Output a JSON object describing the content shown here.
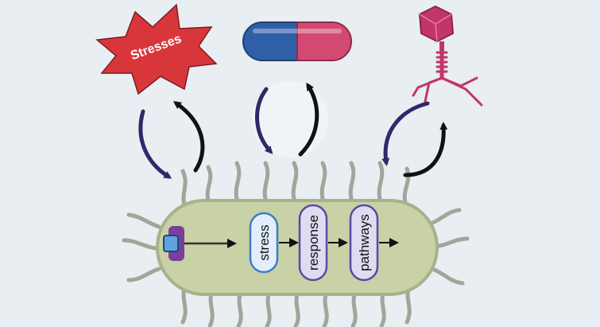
{
  "stress_star": {
    "label": "Stresses",
    "color": "#d9363b"
  },
  "pathway_boxes": [
    {
      "label": "stress"
    },
    {
      "label": "response"
    },
    {
      "label": "pathways"
    }
  ],
  "colors": {
    "background": "#e8eef1",
    "cell_body": "#c9d1a6",
    "cell_outline": "#a9b18a",
    "flagella": "#9fa69a",
    "arrow_in": "#2d2a6a",
    "arrow_out": "#111111",
    "capsule_blue": "#2f5fa6",
    "capsule_pink": "#d24a72",
    "phage": "#c2356b",
    "receptor": "#7a3f9a",
    "box_stress_border": "#3b7fc4",
    "box_stress_fill": "#e3eefb",
    "box_other_border": "#5a4aa0",
    "box_other_fill": "#dfdcf2"
  },
  "icons": [
    "star-burst-icon",
    "antibiotic-capsule-icon",
    "bacteriophage-icon",
    "membrane-receptor-icon",
    "bacterium-icon"
  ]
}
